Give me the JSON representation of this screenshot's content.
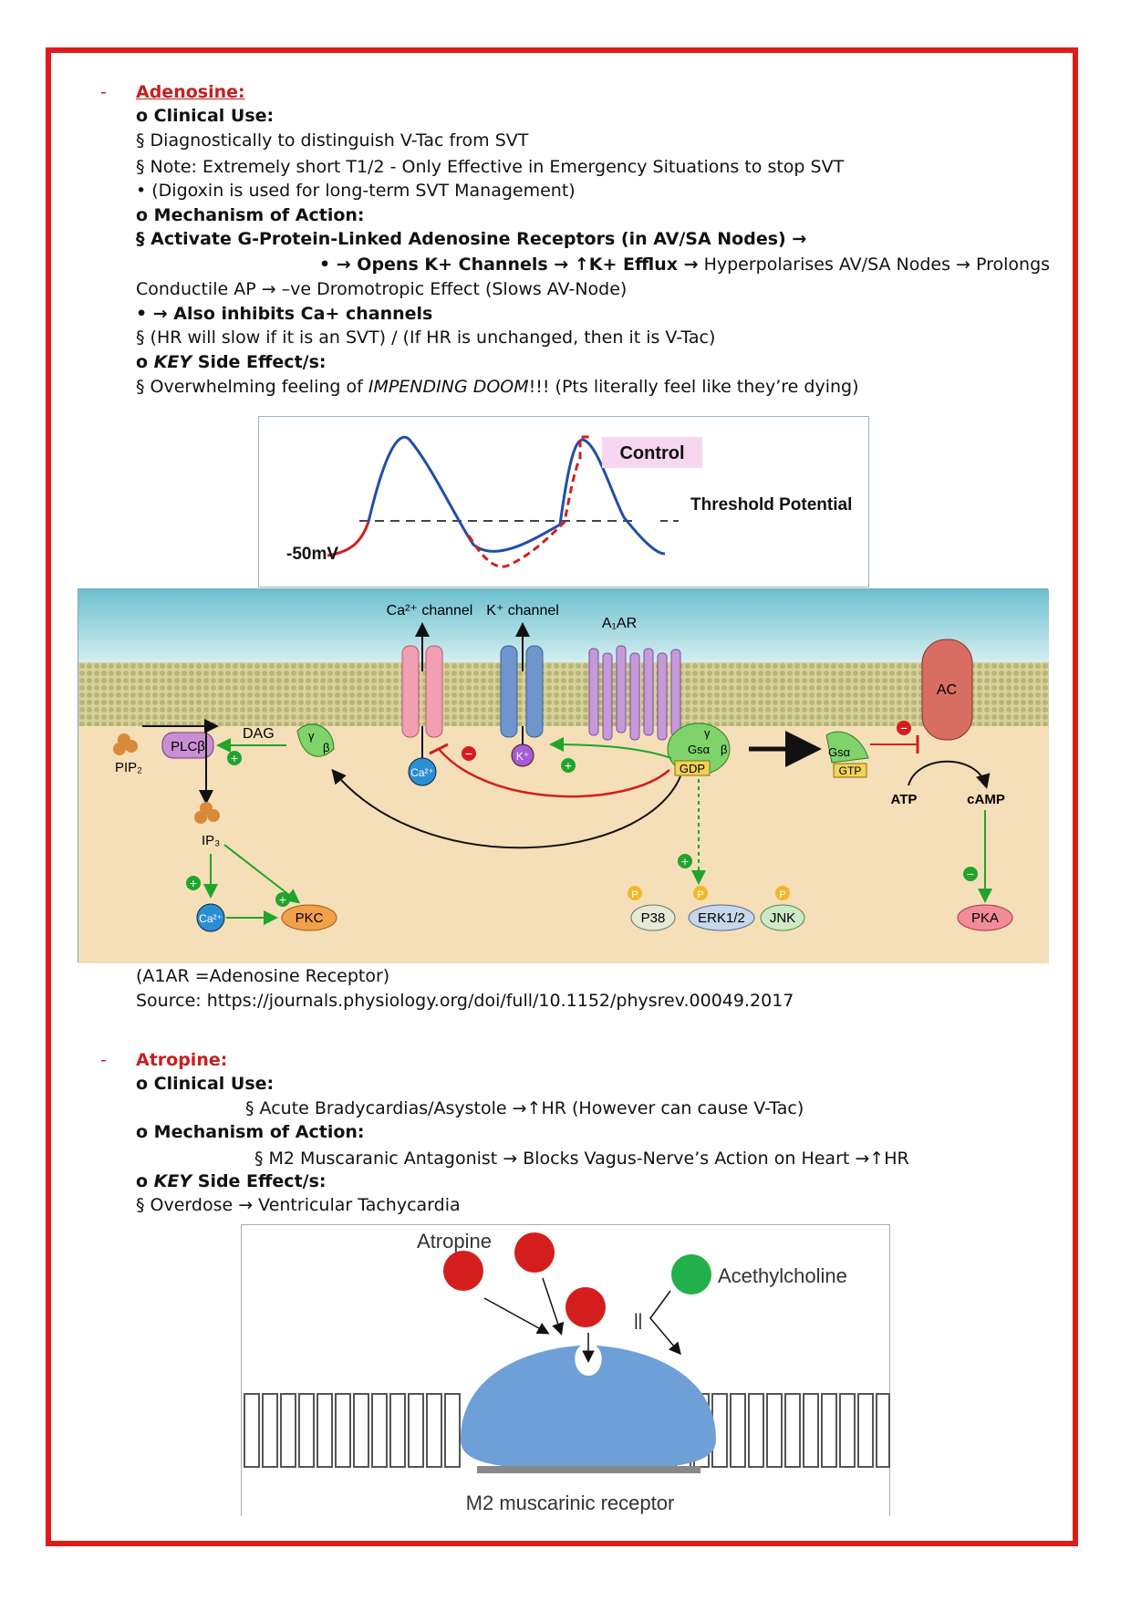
{
  "adenosine": {
    "dash": "-",
    "title": "Adenosine:",
    "clinical_use_label": "o Clinical Use:",
    "use1": "§ Diagnostically to distinguish V-Tac from SVT",
    "use2": "§ Note: Extremely short T1/2  - Only Effective in Emergency Situations to stop SVT",
    "use3": "• (Digoxin is used for long-term SVT Management)",
    "moa_label": "o Mechanism of Action:",
    "moa1": "§ Activate G-Protein-Linked Adenosine Receptors (in AV/SA Nodes) →",
    "moa2_bold": "• → Opens K+ Channels → ↑K+ Efflux →",
    "moa2_rest": " Hyperpolarises AV/SA Nodes → Prolongs",
    "moa3": "Conductile AP → –ve Dromotropic Effect (Slows AV-Node)",
    "moa4": "• → Also inhibits Ca+ channels",
    "moa5": "§ (HR will slow if it is an SVT) / (If HR is unchanged, then it is V-Tac)",
    "side_prefix": "o ",
    "side_key": "KEY",
    "side_label": " Side Effect/s:",
    "side1_a": "§ Overwhelming feeling of ",
    "side1_i": "IMPENDING DOOM",
    "side1_b": "!!! (Pts literally feel like they’re dying)"
  },
  "graph1": {
    "control_label": "Control",
    "threshold_label": "Threshold Potential",
    "mv_label": "-50mV"
  },
  "pathway": {
    "ca_channel": "Ca²⁺ channel",
    "k_channel": "K⁺ channel",
    "a1ar": "A₁AR",
    "ac": "AC",
    "plcb": "PLCβ",
    "dag": "DAG",
    "pip2": "PIP₂",
    "ip3": "IP₃",
    "ca_ion": "Ca²⁺",
    "k_ion": "K⁺",
    "gamma": "γ",
    "beta": "β",
    "gsa": "Gsα",
    "gdp": "GDP",
    "gtp": "GTP",
    "atp": "ATP",
    "camp": "cAMP",
    "pkc": "PKC",
    "p38": "P38",
    "erk": "ERK1/2",
    "jnk": "JNK",
    "pka": "PKA",
    "p": "P",
    "plus": "+",
    "minus": "−"
  },
  "caption": {
    "line1": "(A1AR =Adenosine Receptor)",
    "line2": "Source: https://journals.physiology.org/doi/full/10.1152/physrev.00049.2017"
  },
  "atropine": {
    "dash": "-",
    "title": "Atropine:",
    "clinical_use_label": "o Clinical Use:",
    "use1": "§ Acute Bradycardias/Asystole →↑HR (However can cause V-Tac)",
    "moa_label": "o Mechanism of Action:",
    "moa1": "§ M2 Muscaranic Antagonist → Blocks Vagus-Nerve’s Action on Heart →↑HR",
    "side_prefix": "o ",
    "side_key": "KEY",
    "side_label": " Side Effect/s:",
    "side1": "§ Overdose → Ventricular Tachycardia"
  },
  "graph2": {
    "atropine_label": "Atropine",
    "ach_label": "Acethylcholine",
    "receptor_label": "M2 muscarinic receptor",
    "block_mark": "||"
  }
}
